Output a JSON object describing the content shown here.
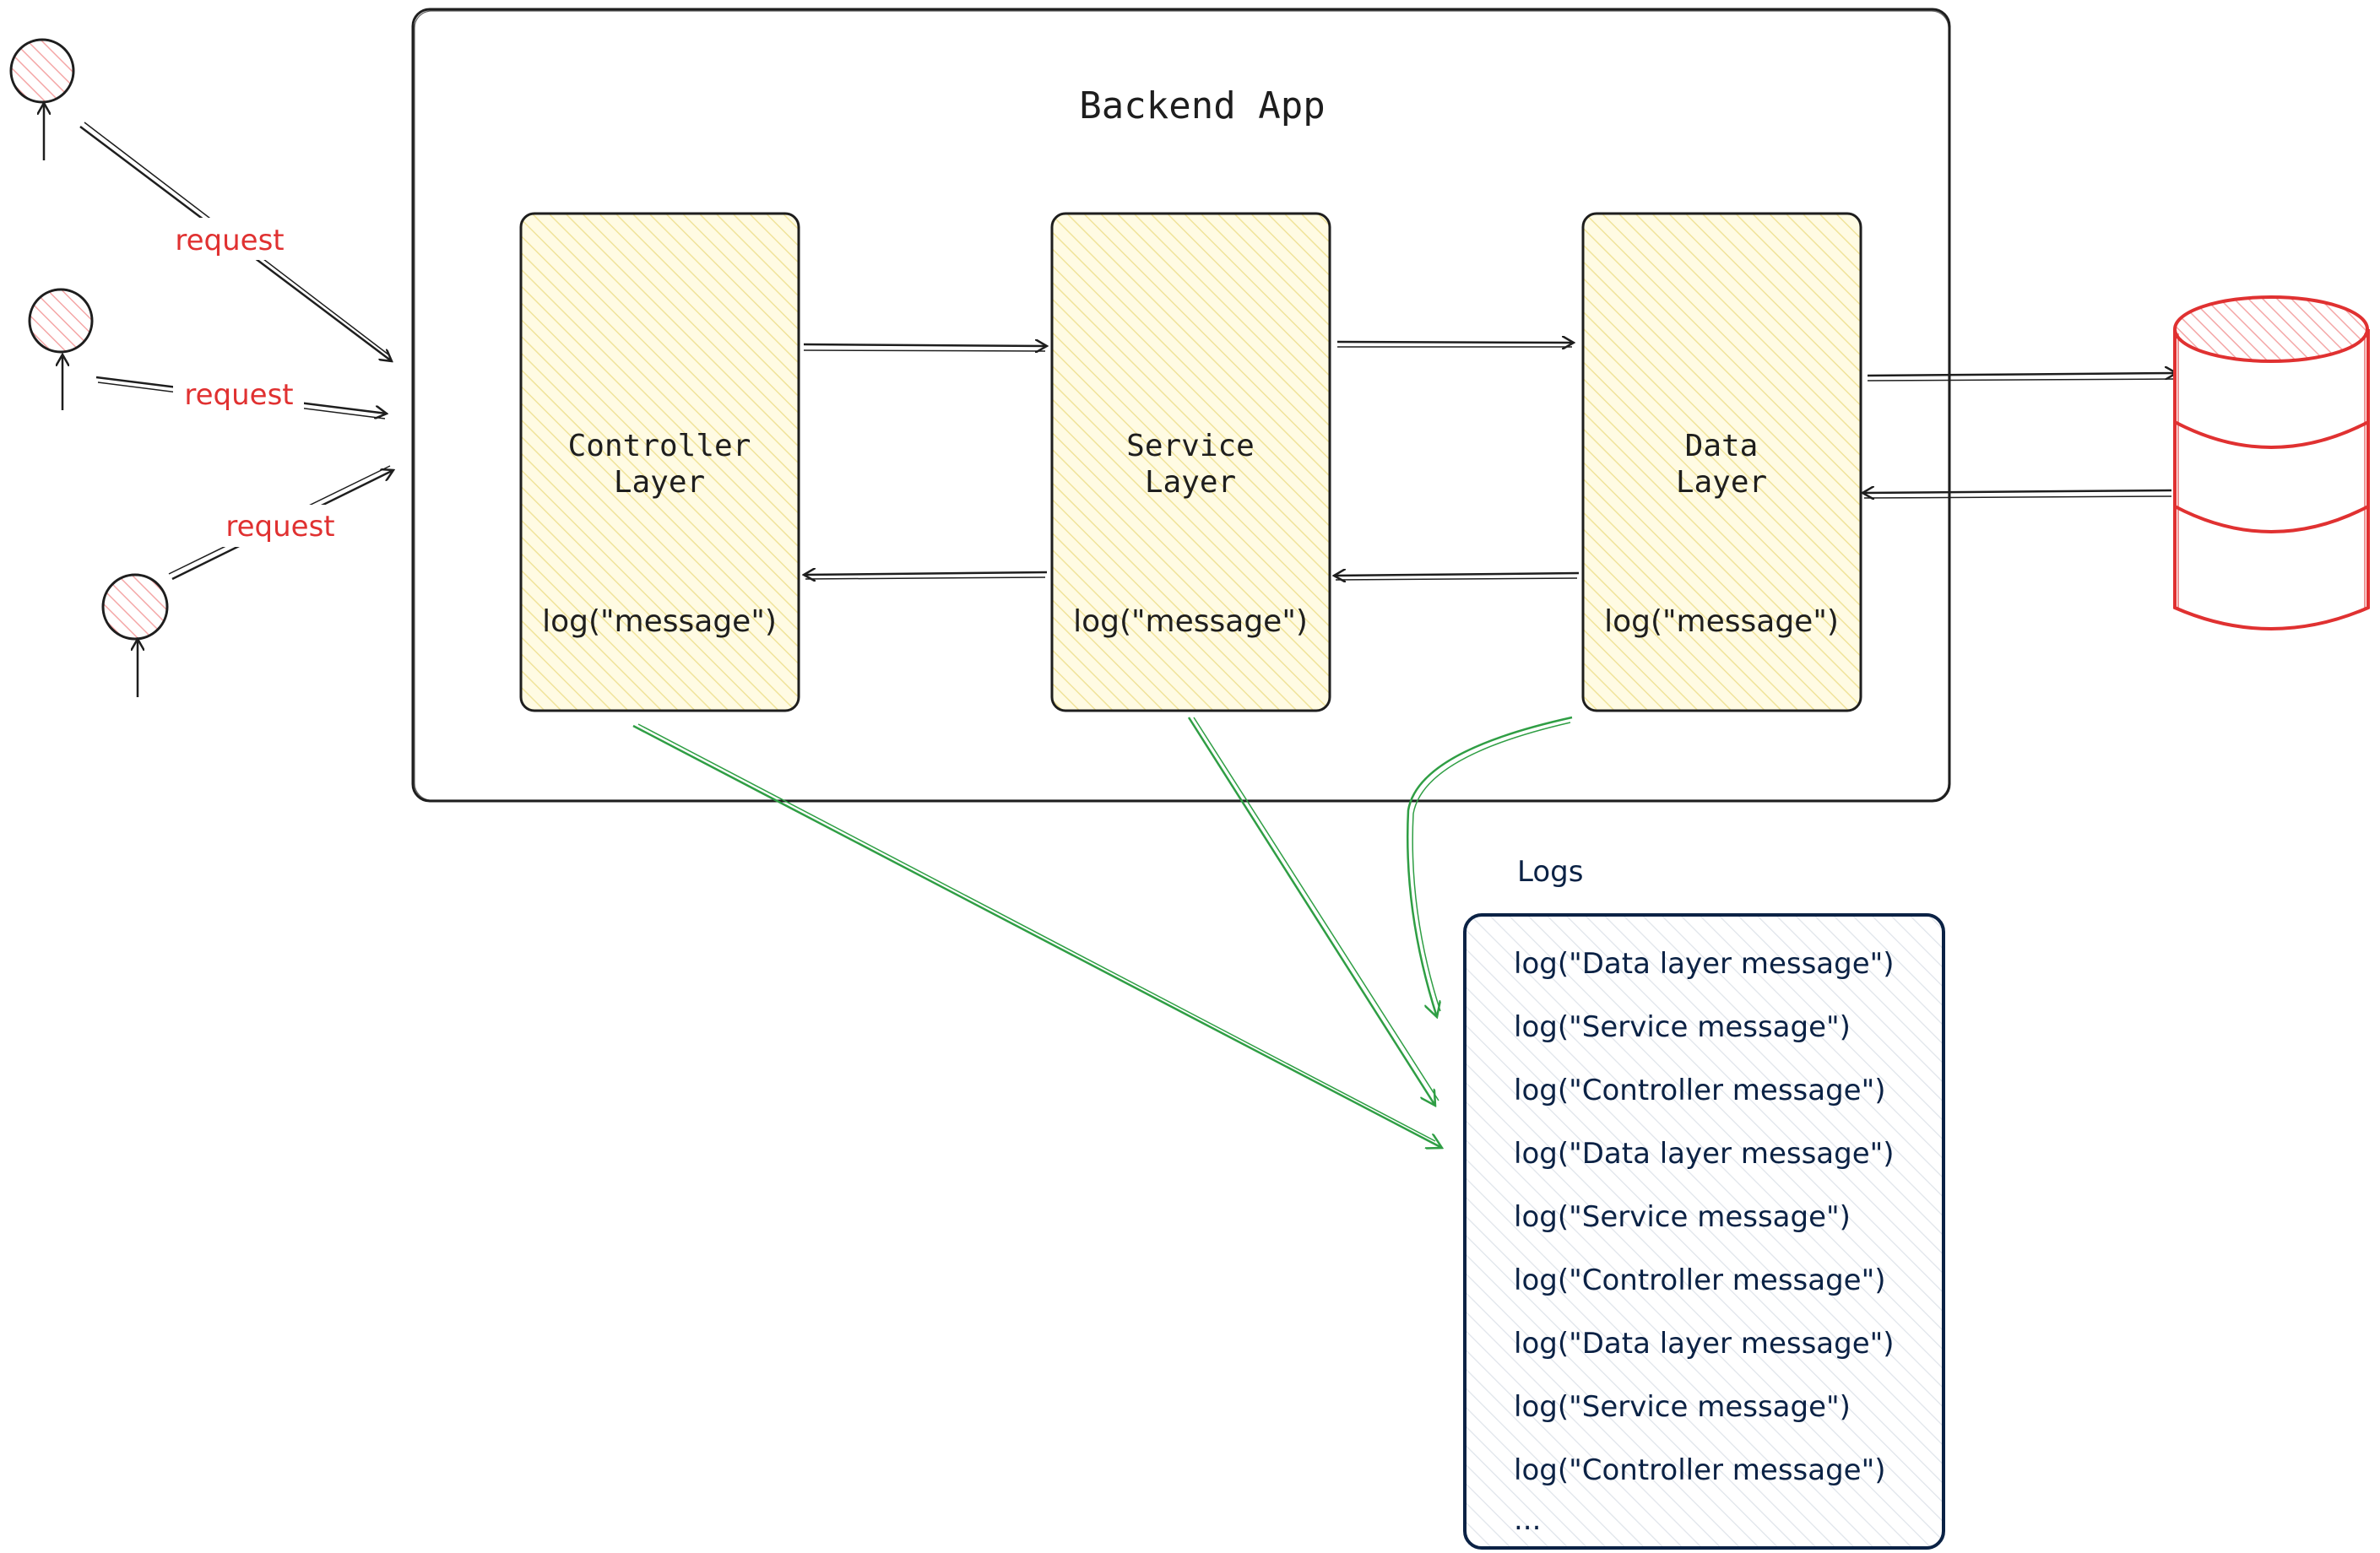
{
  "backend_app": {
    "title": "Backend App"
  },
  "layers": [
    {
      "title_line1": "Controller",
      "title_line2": "Layer",
      "log_text": "log(\"message\")"
    },
    {
      "title_line1": "Service",
      "title_line2": "Layer",
      "log_text": "log(\"message\")"
    },
    {
      "title_line1": "Data",
      "title_line2": "Layer",
      "log_text": "log(\"message\")"
    }
  ],
  "requests": [
    {
      "label": "request"
    },
    {
      "label": "request"
    },
    {
      "label": "request"
    }
  ],
  "logs": {
    "title": "Logs",
    "lines": [
      "log(\"Data layer message\")",
      "log(\"Service message\")",
      "log(\"Controller message\")",
      "log(\"Data layer message\")",
      "log(\"Service message\")",
      "log(\"Controller message\")",
      "log(\"Data layer message\")",
      "log(\"Service message\")",
      "log(\"Controller message\")",
      "..."
    ]
  },
  "colors": {
    "stroke": "#1e1e1e",
    "layer_fill": "#fff9db",
    "layer_hatch": "#f2e6a0",
    "request_red": "#e03131",
    "user_fill": "#ffc9c9",
    "log_flow_green": "#2f9e44",
    "logs_border": "#0b2245",
    "logs_hatch": "#dde3ea"
  }
}
